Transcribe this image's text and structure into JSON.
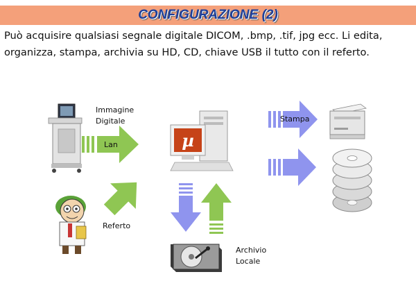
{
  "title": "CONFIGURAZIONE (2)",
  "description": "Può acquisire qualsiasi segnale digitale DICOM, .bmp, .tif, jpg ecc. Li edita, organizza, stampa, archivia su HD, CD, chiave USB il tutto con il referto.",
  "labels": {
    "immagine": "Immagine",
    "digitale": "Digitale",
    "lan": "Lan",
    "referto": "Referto",
    "stampa": "Stampa",
    "archivio": "Archivio",
    "locale": "Locale"
  },
  "icons": {
    "ultrasound": "ultrasound-machine-icon",
    "doctor": "doctor-cartoon-icon",
    "computer": "computer-icon",
    "printer": "printer-icon",
    "hard_disk": "hard-disk-icon",
    "cds": "cd-stack-icon"
  },
  "colors": {
    "title_bar": "#f4a07a",
    "title_text": "#1d3f9a",
    "arrow_green": "#8fc653",
    "arrow_blue": "#8f94ee"
  }
}
